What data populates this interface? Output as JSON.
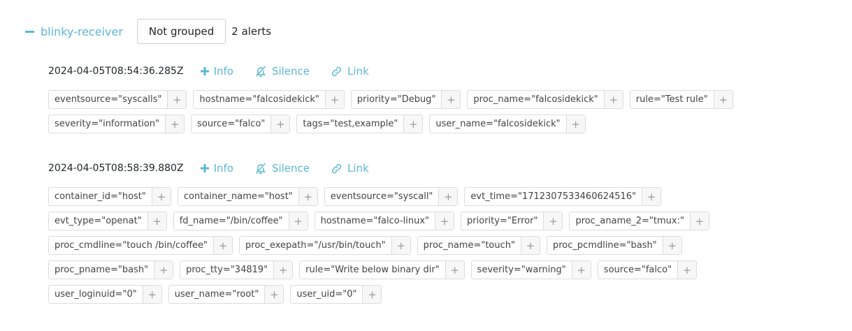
{
  "group": {
    "receiver": "blinky-receiver",
    "grouping_button": "Not grouped",
    "alert_count": "2 alerts"
  },
  "actions": {
    "info": "Info",
    "silence": "Silence",
    "link": "Link"
  },
  "icons": {
    "collapse": "minus-icon",
    "info": "plus-icon",
    "silence": "bell-slash-icon",
    "link": "link-icon",
    "add": "plus-icon"
  },
  "colors": {
    "accent": "#5bb7d5",
    "text": "#212529",
    "border": "#dcdcdc"
  },
  "alerts": [
    {
      "timestamp": "2024-04-05T08:54:36.285Z",
      "labels": [
        "eventsource=\"syscalls\"",
        "hostname=\"falcosidekick\"",
        "priority=\"Debug\"",
        "proc_name=\"falcosidekick\"",
        "rule=\"Test rule\"",
        "severity=\"information\"",
        "source=\"falco\"",
        "tags=\"test,example\"",
        "user_name=\"falcosidekick\""
      ]
    },
    {
      "timestamp": "2024-04-05T08:58:39.880Z",
      "labels": [
        "container_id=\"host\"",
        "container_name=\"host\"",
        "eventsource=\"syscall\"",
        "evt_time=\"1712307533460624516\"",
        "evt_type=\"openat\"",
        "fd_name=\"/bin/coffee\"",
        "hostname=\"falco-linux\"",
        "priority=\"Error\"",
        "proc_aname_2=\"tmux:\"",
        "proc_cmdline=\"touch /bin/coffee\"",
        "proc_exepath=\"/usr/bin/touch\"",
        "proc_name=\"touch\"",
        "proc_pcmdline=\"bash\"",
        "proc_pname=\"bash\"",
        "proc_tty=\"34819\"",
        "rule=\"Write below binary dir\"",
        "severity=\"warning\"",
        "source=\"falco\"",
        "user_loginuid=\"0\"",
        "user_name=\"root\"",
        "user_uid=\"0\""
      ]
    }
  ]
}
